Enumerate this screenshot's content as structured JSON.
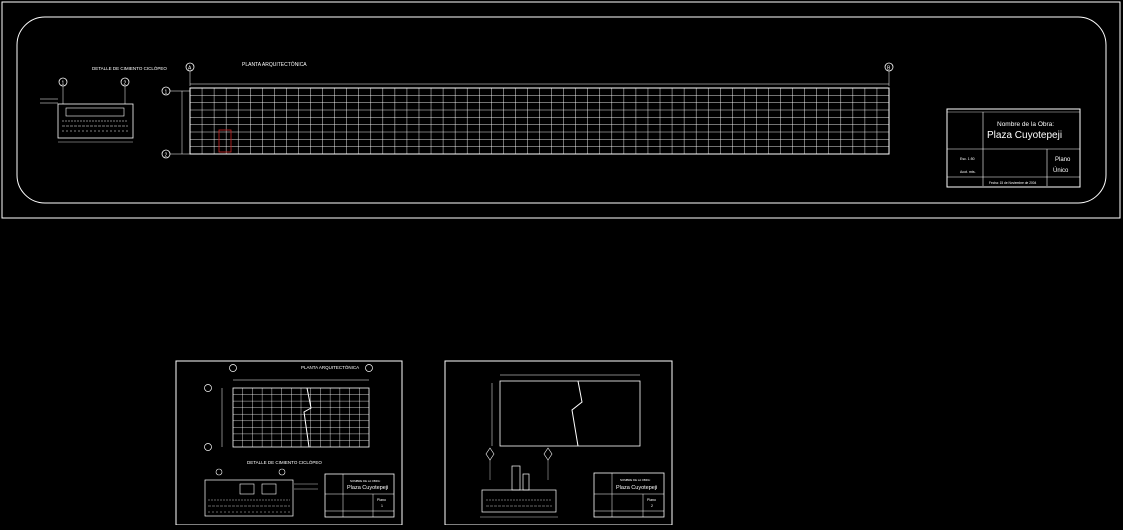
{
  "main_sheet": {
    "detail_title": "DETALLE DE CIMIENTO CICLÓPEO",
    "plan_title": "PLANTA ARQUITECTÓNICA",
    "axis_a": "A",
    "axis_b": "B",
    "axis_1": "1",
    "axis_2": "2",
    "title_block": {
      "work_label": "Nombre de la Obra:",
      "work_name": "Plaza Cuyotepeji",
      "scale_label": "Esc. 1:50",
      "units_label": "Acot. mts.",
      "plan_label": "Plano",
      "plan_value": "Único",
      "date_text": "Fecha: 15 de Noviembre de 2004"
    }
  },
  "thumb_left": {
    "plan_title": "PLANTA ARQUITECTÓNICA",
    "detail_title": "DETALLE DE CIMIENTO CICLÓPEO",
    "work_label": "NOMBRE DE LA OBRA:",
    "work_name": "Plaza Cuyotepeji",
    "plan_label": "Plano",
    "plan_value": "1"
  },
  "thumb_right": {
    "work_label": "NOMBRE DE LA OBRA:",
    "work_name": "Plaza Cuyotepeji",
    "plan_label": "Plano",
    "plan_value": "2"
  },
  "colors": {
    "background": "#000000",
    "lines": "#ffffff",
    "accent_red": "#cc2222"
  }
}
